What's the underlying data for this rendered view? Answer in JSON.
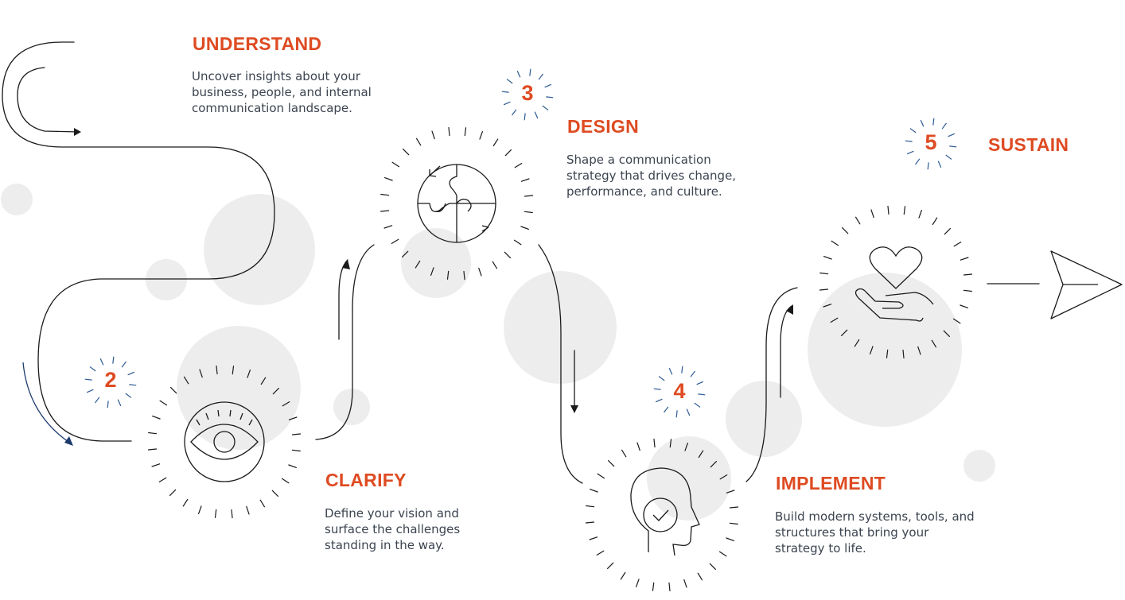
{
  "colors": {
    "accent": "#de4b22",
    "ink": "#1a1a1a",
    "ray": "#2c5a94",
    "circle_fill": "#ededed",
    "text": "#3c4450"
  },
  "steps": [
    {
      "title": "UNDERSTAND",
      "desc_lines": [
        "Uncover insights about your",
        "business, people, and internal",
        "communication landscape."
      ]
    },
    {
      "number": "2",
      "title": "CLARIFY",
      "icon": "eye-icon",
      "desc_lines": [
        "Define your vision and",
        "surface the challenges",
        "standing in the way."
      ]
    },
    {
      "number": "3",
      "title": "DESIGN",
      "icon": "puzzle-icon",
      "desc_lines": [
        "Shape a communication",
        "strategy that drives change,",
        "performance, and culture."
      ]
    },
    {
      "number": "4",
      "title": "IMPLEMENT",
      "icon": "head-check-icon",
      "desc_lines": [
        "Build modern systems, tools, and",
        "structures that bring your",
        "strategy to life."
      ]
    },
    {
      "number": "5",
      "title": "SUSTAIN",
      "icon": "heart-hand-icon"
    }
  ],
  "end_icon": "paper-plane-icon"
}
